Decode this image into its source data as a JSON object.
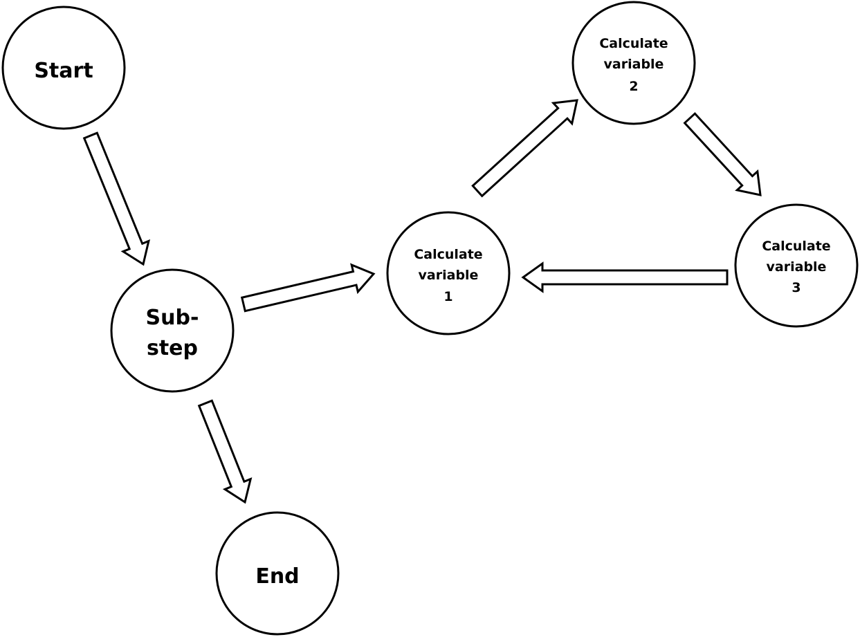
{
  "diagram": {
    "nodes": {
      "start": {
        "lines": [
          "Start"
        ]
      },
      "substep": {
        "lines": [
          "Sub-",
          "step"
        ]
      },
      "end": {
        "lines": [
          "End"
        ]
      },
      "calc1": {
        "lines": [
          "Calculate",
          "variable",
          "1"
        ]
      },
      "calc2": {
        "lines": [
          "Calculate",
          "variable",
          "2"
        ]
      },
      "calc3": {
        "lines": [
          "Calculate",
          "variable",
          "3"
        ]
      }
    },
    "edges": [
      {
        "from": "start",
        "to": "substep"
      },
      {
        "from": "substep",
        "to": "calc1"
      },
      {
        "from": "substep",
        "to": "end"
      },
      {
        "from": "calc1",
        "to": "calc2"
      },
      {
        "from": "calc2",
        "to": "calc3"
      },
      {
        "from": "calc3",
        "to": "calc1"
      }
    ],
    "colors": {
      "stroke": "#000000",
      "fill": "#ffffff"
    }
  }
}
